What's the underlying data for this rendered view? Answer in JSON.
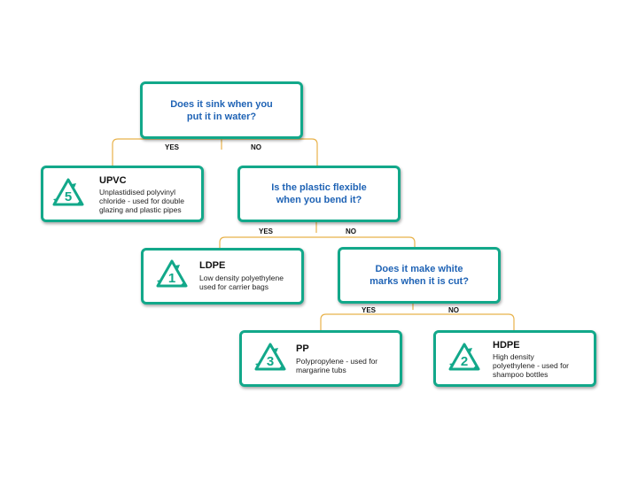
{
  "nodes": {
    "q1": {
      "text": "Does it sink when you\nput it in water?"
    },
    "q2": {
      "text": "Is the plastic flexible\nwhen you bend it?"
    },
    "q3": {
      "text": "Does it make white\nmarks when it is cut?"
    }
  },
  "branch_labels": {
    "q1_yes": "YES",
    "q1_no": "NO",
    "q2_yes": "YES",
    "q2_no": "NO",
    "q3_yes": "YES",
    "q3_no": "NO"
  },
  "results": {
    "upvc": {
      "code": "5",
      "name": "UPVC",
      "desc": "Unplastidised polyvinyl\nchloride - used for double\nglazing and plastic pipes"
    },
    "ldpe": {
      "code": "1",
      "name": "LDPE",
      "desc": "Low density polyethylene\nused for carrier bags"
    },
    "pp": {
      "code": "3",
      "name": "PP",
      "desc": "Polypropylene - used for\nmargarine tubs"
    },
    "hdpe": {
      "code": "2",
      "name": "HDPE",
      "desc": "High density\npolyethylene - used for\nshampoo bottles"
    }
  },
  "colors": {
    "border": "#12a88a",
    "question": "#1f63b5",
    "connector": "#e8b24a"
  }
}
